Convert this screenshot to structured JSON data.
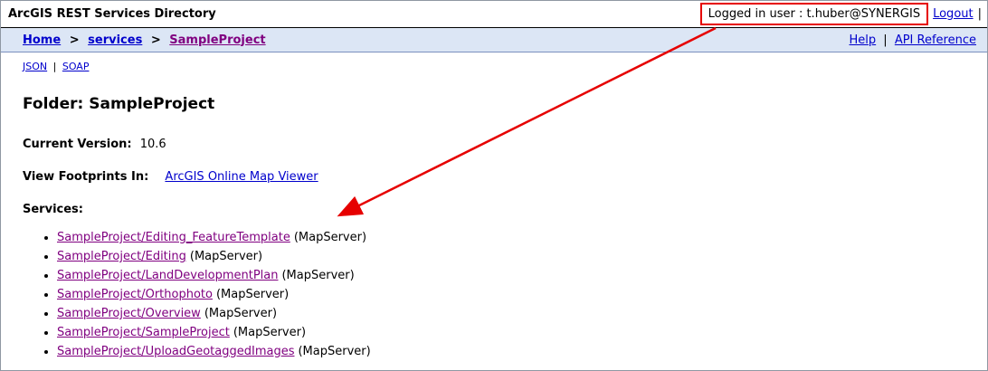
{
  "header": {
    "title": "ArcGIS REST Services Directory",
    "logged_in_user": "Logged in user : t.huber@SYNERGIS",
    "logout_label": "Logout"
  },
  "nav": {
    "separator": ">",
    "breadcrumb": [
      {
        "label": "Home"
      },
      {
        "label": "services"
      },
      {
        "label": "SampleProject"
      }
    ],
    "help_label": "Help",
    "api_reference_label": "API Reference"
  },
  "format_links": {
    "json_label": "JSON",
    "soap_label": "SOAP"
  },
  "main": {
    "folder_title": "Folder: SampleProject",
    "current_version_label": "Current Version:",
    "current_version_value": "10.6",
    "view_footprints_label": "View Footprints In:",
    "view_footprints_link": "ArcGIS Online Map Viewer",
    "services_label": "Services:",
    "services": [
      {
        "name": "SampleProject/Editing_FeatureTemplate",
        "type": "(MapServer)"
      },
      {
        "name": "SampleProject/Editing",
        "type": "(MapServer)"
      },
      {
        "name": "SampleProject/LandDevelopmentPlan",
        "type": "(MapServer)"
      },
      {
        "name": "SampleProject/Orthophoto",
        "type": "(MapServer)"
      },
      {
        "name": "SampleProject/Overview",
        "type": "(MapServer)"
      },
      {
        "name": "SampleProject/SampleProject",
        "type": "(MapServer)"
      },
      {
        "name": "SampleProject/UploadGeotaggedImages",
        "type": "(MapServer)"
      }
    ]
  },
  "misc": {
    "pipe": "|"
  },
  "colors": {
    "annotation_red": "#e60000",
    "link_blue": "#0000cc",
    "visited_purple": "#800080",
    "navbar_background": "#dce6f5",
    "navbar_border": "#7a8fbe"
  }
}
